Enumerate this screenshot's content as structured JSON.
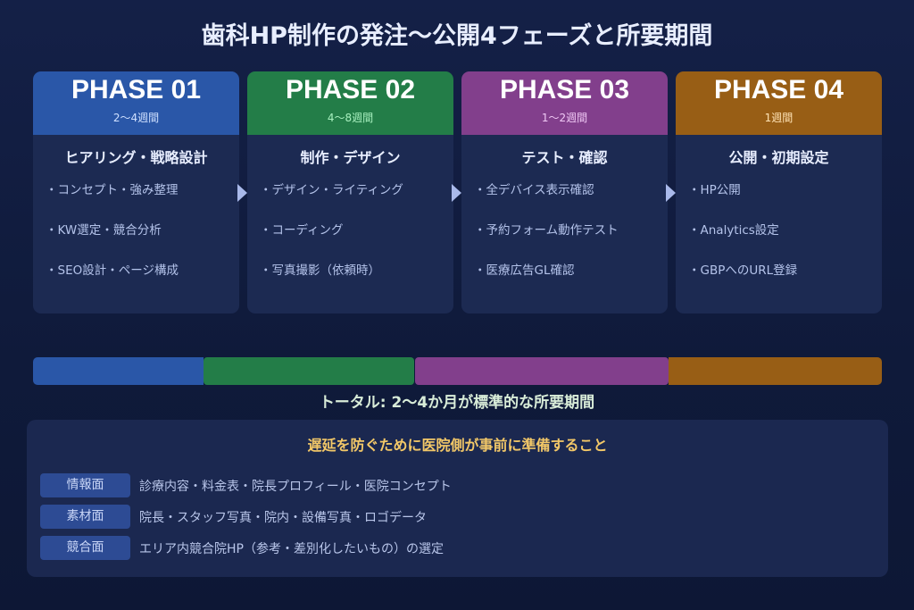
{
  "title": "歯科HP制作の発注〜公開4フェーズと所要期間",
  "phases": [
    {
      "label": "PHASE 01",
      "duration": "2〜4週間",
      "name": "ヒアリング・戦略設計",
      "color": "#2a57a8",
      "dur_color": "#cfe0ff",
      "items": [
        "・コンセプト・強み整理",
        "・KW選定・競合分析",
        "・SEO設計・ページ構成"
      ]
    },
    {
      "label": "PHASE 02",
      "duration": "4〜8週間",
      "name": "制作・デザイン",
      "color": "#237d48",
      "dur_color": "#a8f0bf",
      "items": [
        "・デザイン・ライティング",
        "・コーディング",
        "・写真撮影（依頼時）"
      ]
    },
    {
      "label": "PHASE 03",
      "duration": "1〜2週間",
      "name": "テスト・確認",
      "color": "#823f8c",
      "dur_color": "#f0c8f5",
      "items": [
        "・全デバイス表示確認",
        "・予約フォーム動作テスト",
        "・医療広告GL確認"
      ]
    },
    {
      "label": "PHASE 04",
      "duration": "1週間",
      "name": "公開・初期設定",
      "color": "#985e15",
      "dur_color": "#ffe3b5",
      "items": [
        "・HP公開",
        "・Analytics設定",
        "・GBPへのURL登録"
      ]
    }
  ],
  "timeline": {
    "segments": [
      {
        "phase": "PHASE 01",
        "color": "#2a57a8"
      },
      {
        "phase": "PHASE 02",
        "color": "#237d48"
      },
      {
        "phase": "PHASE 03",
        "color": "#823f8c"
      },
      {
        "phase": "PHASE 04",
        "color": "#985e15"
      }
    ],
    "total": "トータル: 2〜4か月が標準的な所要期間"
  },
  "prep": {
    "title": "遅延を防ぐために医院側が事前に準備すること",
    "rows": [
      {
        "badge": "情報面",
        "text": "診療内容・料金表・院長プロフィール・医院コンセプト"
      },
      {
        "badge": "素材面",
        "text": "院長・スタッフ写真・院内・設備写真・ロゴデータ"
      },
      {
        "badge": "競合面",
        "text": "エリア内競合院HP（参考・差別化したいもの）の選定"
      }
    ]
  }
}
